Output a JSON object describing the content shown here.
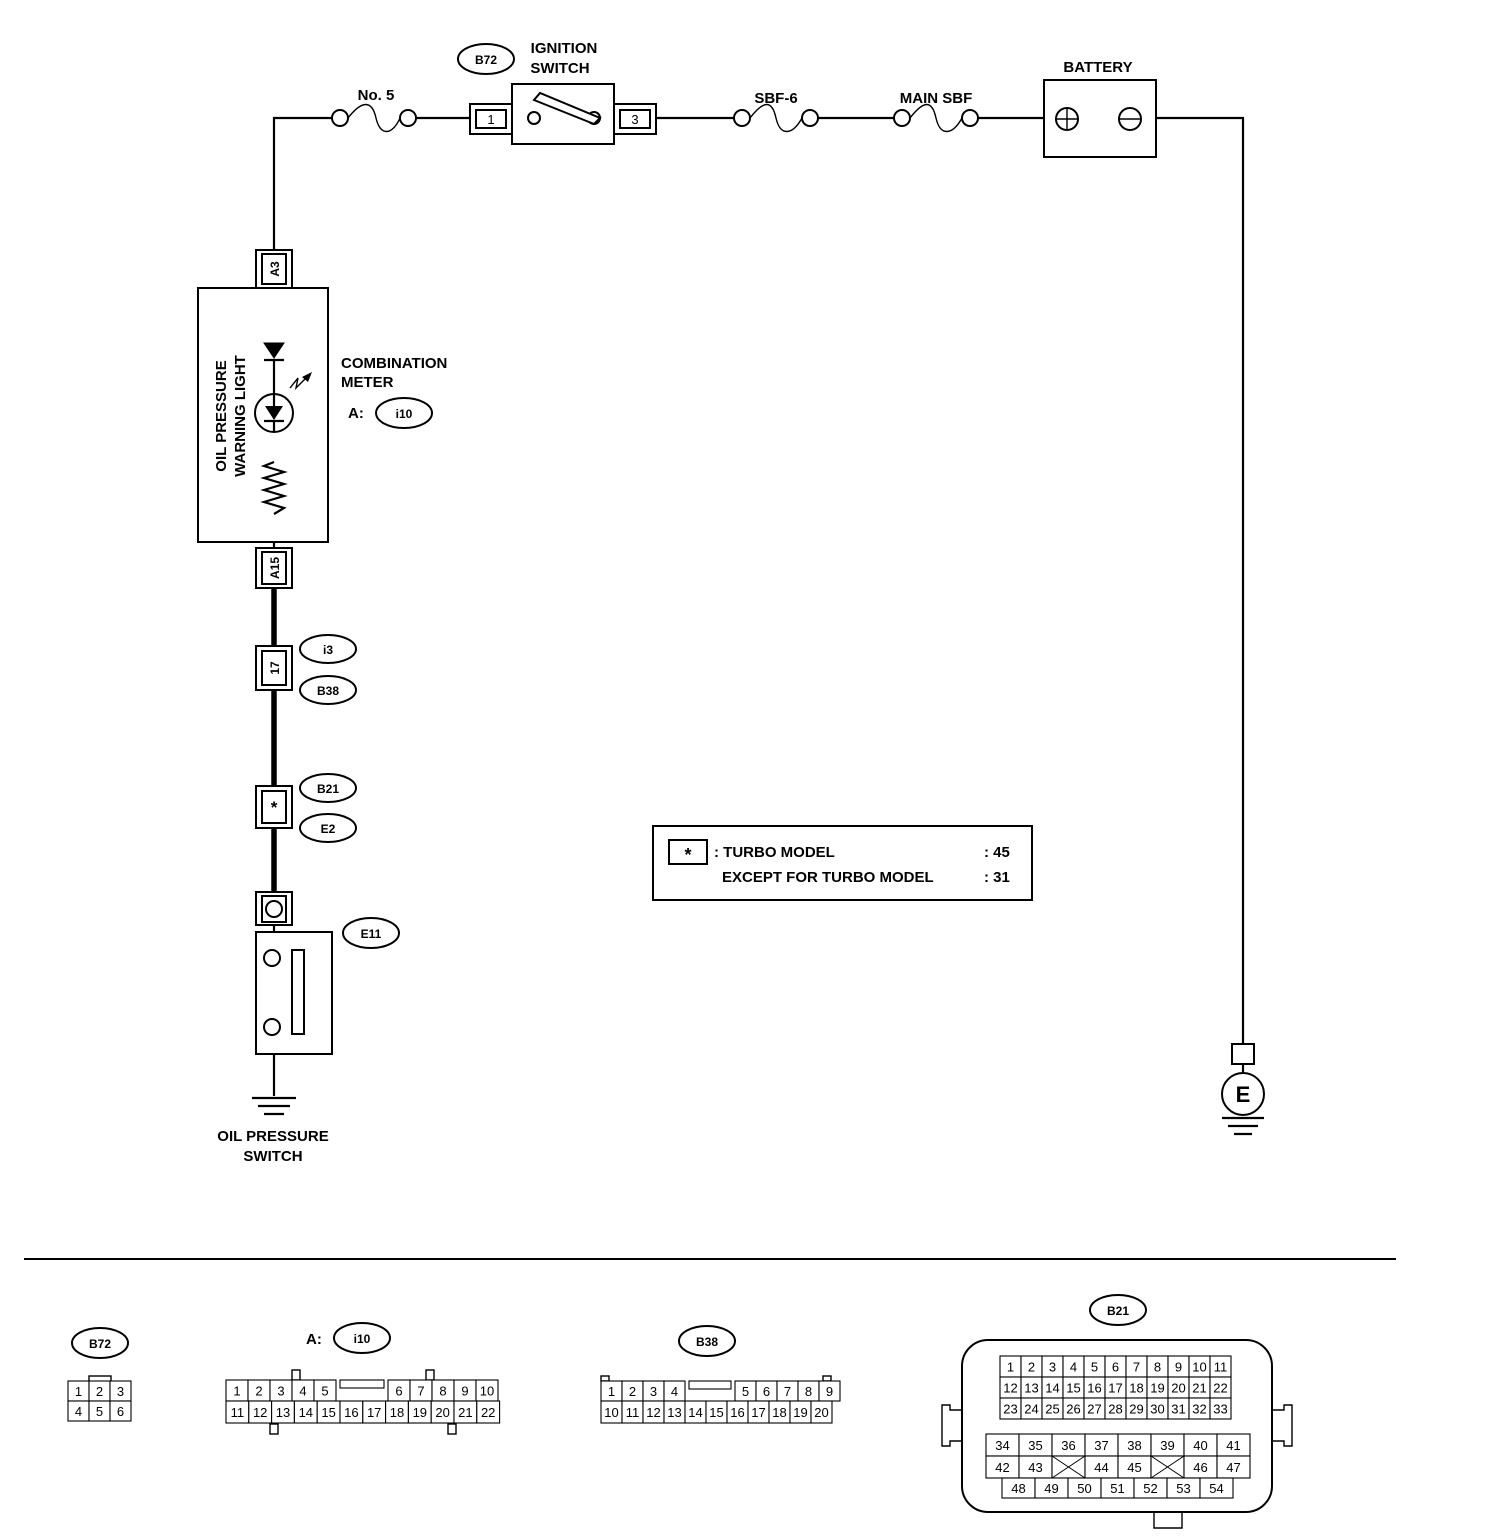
{
  "labels": {
    "fuse_no5": "No. 5",
    "ignition_switch": [
      "IGNITION",
      "SWITCH"
    ],
    "sbf6": "SBF-6",
    "main_sbf": "MAIN SBF",
    "battery": "BATTERY",
    "combination_meter": [
      "COMBINATION",
      "METER"
    ],
    "meter_prefix": "A:",
    "warning_light": [
      "OIL PRESSURE",
      "WARNING LIGHT"
    ],
    "oil_pressure_switch": [
      "OIL PRESSURE",
      "SWITCH"
    ],
    "ground_e": "E"
  },
  "connectors": {
    "b72": "B72",
    "i10": "i10",
    "i3": "i3",
    "b38": "B38",
    "b21": "B21",
    "e2": "E2",
    "e11": "E11"
  },
  "pins": {
    "ign_in": "1",
    "ign_out": "3",
    "meter_top": "A3",
    "meter_bottom": "A15",
    "i3_b38": "17",
    "b21_e2": "*"
  },
  "note": {
    "symbol": "*",
    "rows": [
      {
        "label": ": TURBO MODEL",
        "value": ": 45"
      },
      {
        "label": "EXCEPT FOR TURBO MODEL",
        "value": ": 31"
      }
    ]
  },
  "connector_views": {
    "b72": {
      "tag": "B72",
      "row1": [
        "1",
        "2",
        "3"
      ],
      "row2": [
        "4",
        "5",
        "6"
      ]
    },
    "i10": {
      "prefix": "A:",
      "tag": "i10",
      "row1": [
        "1",
        "2",
        "3",
        "4",
        "5",
        "",
        "6",
        "7",
        "8",
        "9",
        "10"
      ],
      "row2": [
        "11",
        "12",
        "13",
        "14",
        "15",
        "16",
        "17",
        "18",
        "19",
        "20",
        "21",
        "22"
      ]
    },
    "b38": {
      "tag": "B38",
      "row1": [
        "1",
        "2",
        "3",
        "4",
        "",
        "5",
        "6",
        "7",
        "8",
        "9"
      ],
      "row2": [
        "10",
        "11",
        "12",
        "13",
        "14",
        "15",
        "16",
        "17",
        "18",
        "19",
        "20"
      ]
    },
    "b21": {
      "tag": "B21",
      "row1": [
        "1",
        "2",
        "3",
        "4",
        "5",
        "6",
        "7",
        "8",
        "9",
        "10",
        "11"
      ],
      "row2": [
        "12",
        "13",
        "14",
        "15",
        "16",
        "17",
        "18",
        "19",
        "20",
        "21",
        "22"
      ],
      "row3": [
        "23",
        "24",
        "25",
        "26",
        "27",
        "28",
        "29",
        "30",
        "31",
        "32",
        "33"
      ],
      "row4": [
        "34",
        "35",
        "36",
        "37",
        "38",
        "39",
        "40",
        "41"
      ],
      "row5": [
        "42",
        "43",
        "X",
        "44",
        "45",
        "X",
        "46",
        "47"
      ],
      "row6": [
        "48",
        "49",
        "50",
        "51",
        "52",
        "53",
        "54"
      ]
    }
  }
}
